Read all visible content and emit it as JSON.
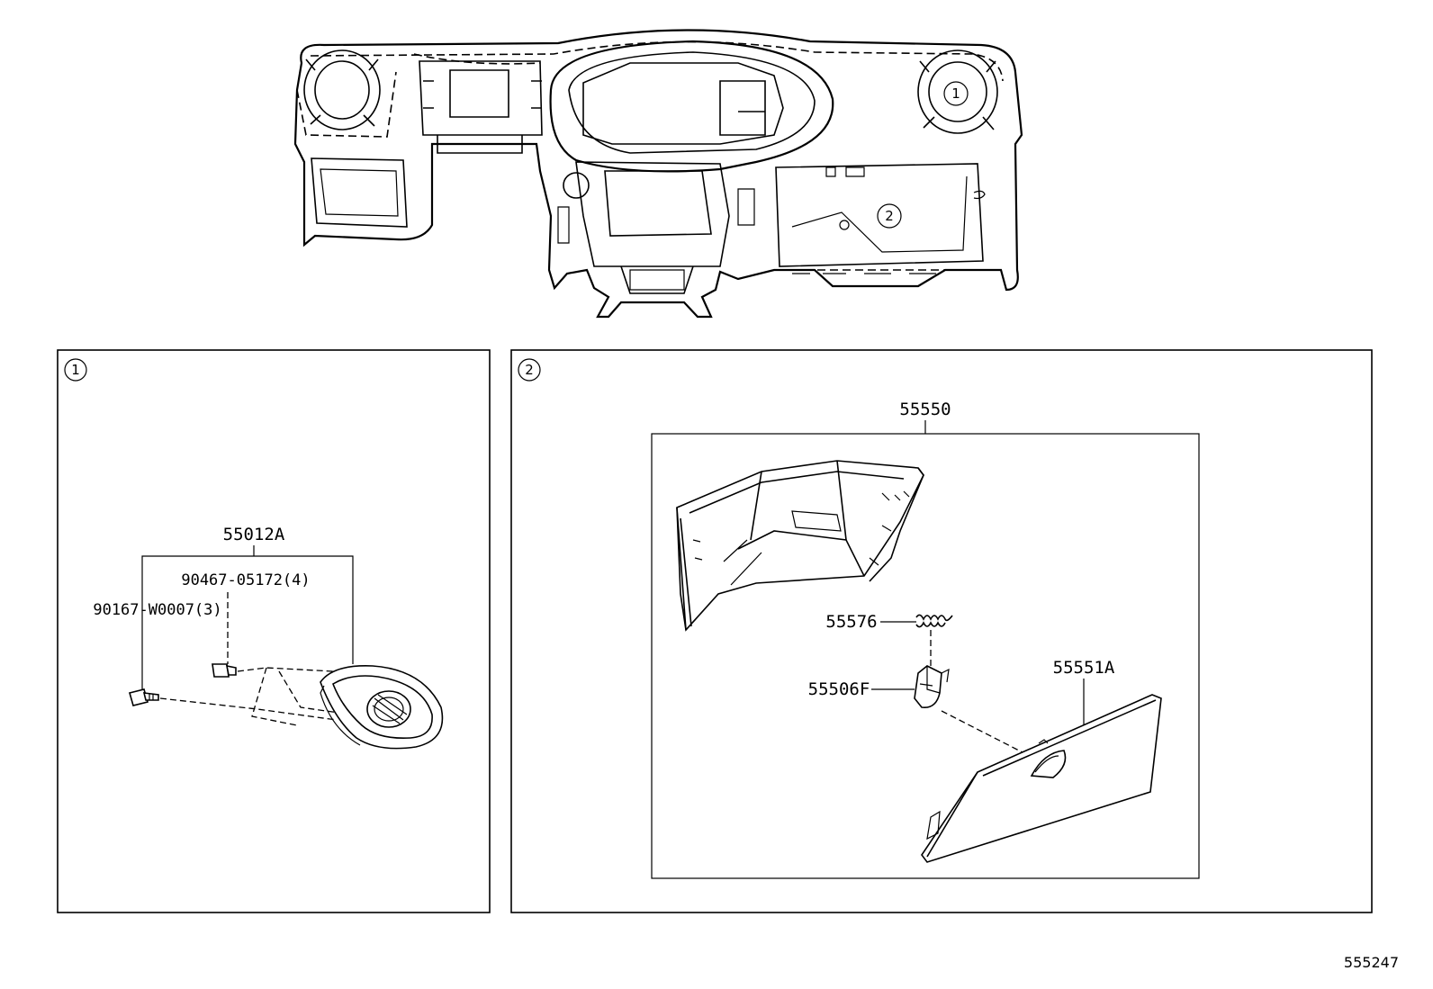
{
  "callouts": [
    {
      "id": "1",
      "text": "1"
    },
    {
      "id": "2",
      "text": "2"
    }
  ],
  "panel_1": {
    "marker": "1",
    "parts": {
      "assembly": "55012A",
      "screw": "90467-05172(4)",
      "clip": "90167-W0007(3)"
    }
  },
  "panel_2": {
    "marker": "2",
    "parts": {
      "assembly": "55550",
      "spring": "55576",
      "latch": "55506F",
      "door": "55551A"
    }
  },
  "diagram_ref": "555247"
}
